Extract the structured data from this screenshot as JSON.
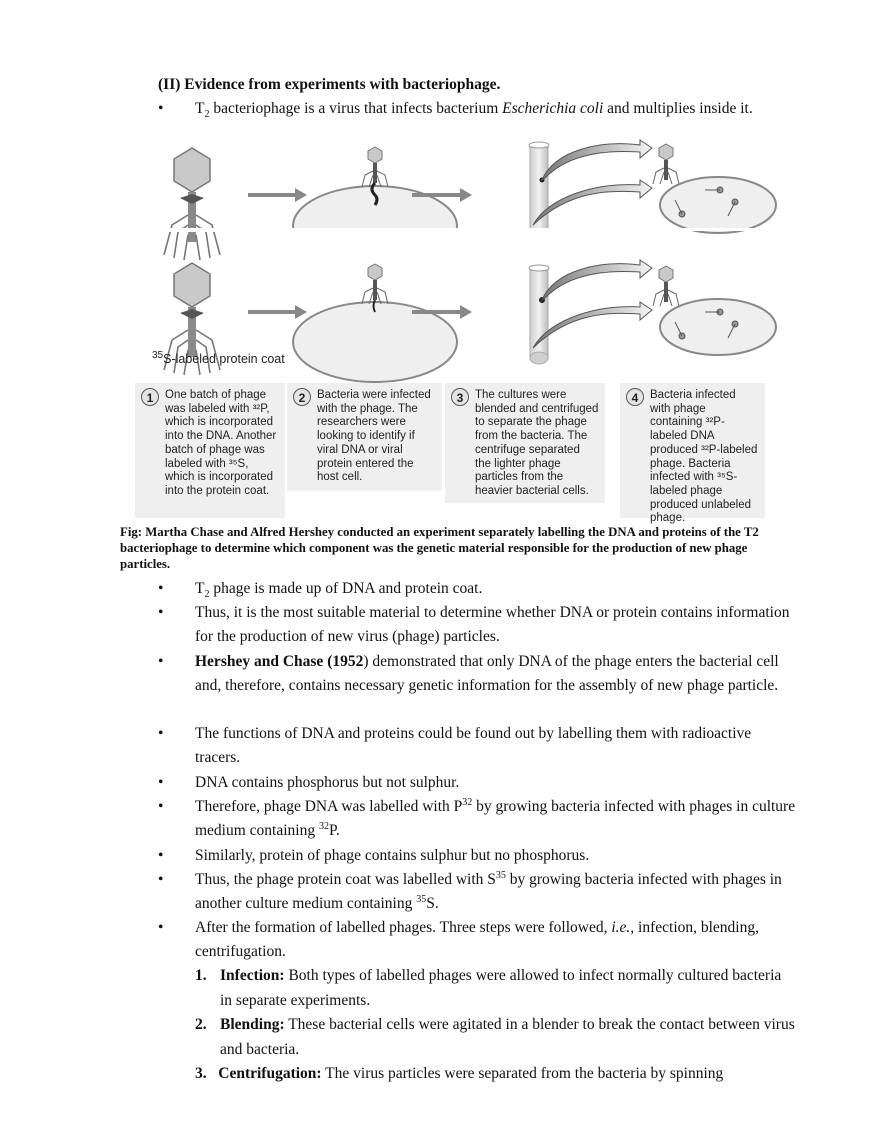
{
  "section": {
    "heading": "(II) Evidence from experiments with bacteriophage.",
    "intro_bullet": {
      "prefix": "T",
      "sub": "2",
      "text_before_italic": " bacteriophage is a virus that infects bacterium ",
      "italic": "Escherichia coli",
      "text_after_italic": " and multiplies inside it."
    }
  },
  "figure": {
    "row_label": "S-labeled protein coat",
    "row_label_sup": "35",
    "steps": [
      {
        "number": "1",
        "text": "One batch of phage was labeled with ³²P, which is incorporated into the DNA. Another batch of phage was labeled with ³⁵S, which is incorporated into the protein coat."
      },
      {
        "number": "2",
        "text": "Bacteria were infected with the phage. The researchers were looking to identify if viral DNA or viral protein entered the host cell."
      },
      {
        "number": "3",
        "text": "The cultures were blended and centrifuged to separate the phage from the bacteria. The centrifuge separated the lighter phage particles from the heavier bacterial cells."
      },
      {
        "number": "4",
        "text": "Bacteria infected with phage containing ³²P-labeled DNA produced ³²P-labeled phage. Bacteria infected with ³⁵S-labeled phage produced unlabeled phage."
      }
    ],
    "caption": "Fig: Martha Chase and Alfred Hershey conducted an experiment separately labelling the DNA and proteins of the T2 bacteriophage to determine which component was the genetic material responsible for the production of new phage particles."
  },
  "bullets": {
    "b1": {
      "prefix": "T",
      "sub": "2",
      "text": " phage is made up of DNA and protein coat."
    },
    "b2": {
      "text": "Thus, it is the most suitable material to determine whether DNA or protein contains information for the production of new virus (phage) particles."
    },
    "b3": {
      "bold": "Hershey and Chase (1952",
      "text": ") demonstrated that only DNA of the phage enters the bacterial cell and, therefore, contains necessary genetic information for the assembly of new phage particle."
    },
    "b4": {
      "text": "The functions of DNA and proteins could be found out by labelling them with radioactive tracers."
    },
    "b5": {
      "text": "DNA contains phosphorus but not sulphur."
    },
    "b6": {
      "t1": "Therefore, phage DNA was labelled with P",
      "sup1": "32",
      "t2": " by growing bacteria infected with phages in culture medium containing ",
      "sup2": "32",
      "t3": "P."
    },
    "b7": {
      "text": "Similarly, protein of phage contains sulphur but no phosphorus."
    },
    "b8": {
      "t1": "Thus, the phage protein coat was labelled with S",
      "sup1": "35",
      "t2": " by growing bacteria infected with phages in another culture medium containing ",
      "sup2": "35",
      "t3": "S."
    },
    "b9": {
      "t1": "After the formation of labelled phages. Three steps were followed, ",
      "italic": "i.e.,",
      "t2": " infection, blending, centrifugation."
    }
  },
  "steps": [
    {
      "n": "1.",
      "title": "Infection:",
      "text": " Both types of labelled phages were allowed to infect normally cultured bacteria in separate experiments."
    },
    {
      "n": "2.",
      "title": "Blending:",
      "text": " These bacterial cells were agitated in a blender to break the contact between virus and bacteria."
    },
    {
      "n": "3.",
      "title": "Centrifugation:",
      "text": " The virus particles were separated from the bacteria by spinning"
    }
  ],
  "bullet_char": "•"
}
